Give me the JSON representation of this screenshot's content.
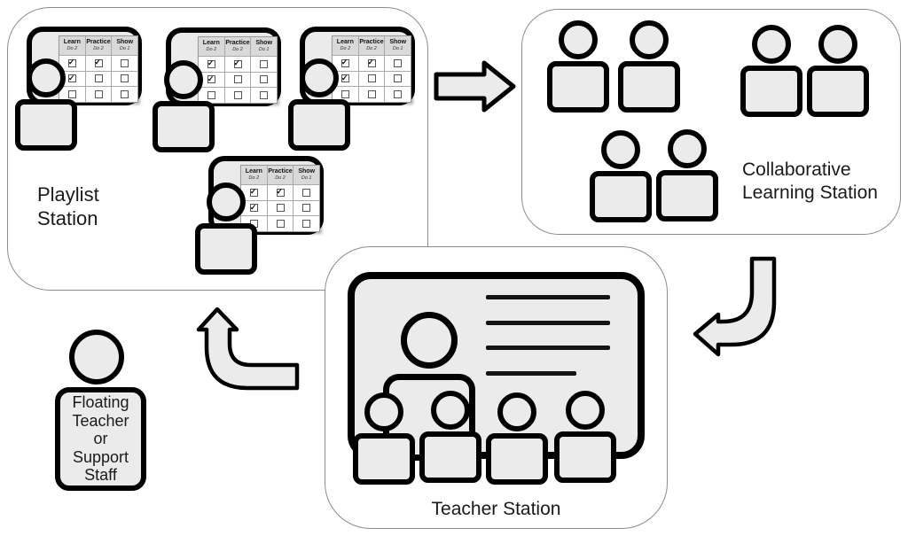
{
  "diagram": {
    "stations": {
      "playlist": {
        "label": [
          "Playlist",
          "Station"
        ]
      },
      "collaborative": {
        "label": [
          "Collaborative",
          "Learning Station"
        ]
      },
      "teacher": {
        "label": "Teacher Station"
      },
      "floating": {
        "label": [
          "Floating",
          "Teacher",
          "or",
          "Support",
          "Staff"
        ]
      }
    },
    "playlist_card": {
      "columns": [
        {
          "title": "Learn",
          "sub": "Do 2"
        },
        {
          "title": "Practice",
          "sub": "Do 2"
        },
        {
          "title": "Show",
          "sub": "Do 1"
        }
      ],
      "rows": [
        [
          true,
          true,
          false
        ],
        [
          true,
          false,
          false
        ],
        [
          false,
          false,
          false
        ]
      ]
    },
    "colors": {
      "figure_fill": "#ebebeb",
      "outline": "#000000",
      "panel_border": "#8c8c8c",
      "table_header_bg": "#d9d9d9"
    }
  }
}
